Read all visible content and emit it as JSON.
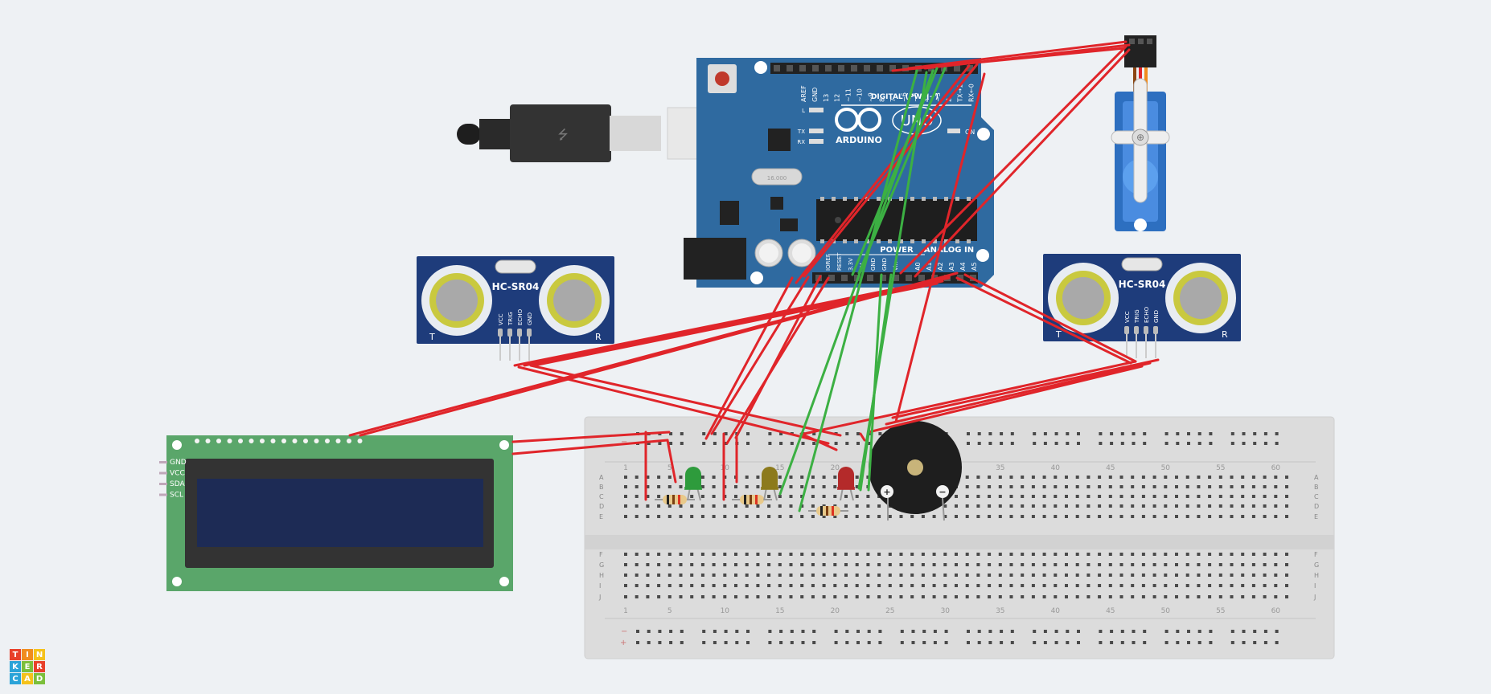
{
  "arduino": {
    "brand": "ARDUINO",
    "model": "UNO",
    "digital_label": "DIGITAL (PWM~)",
    "power_label": "POWER",
    "analog_label": "ANALOG IN",
    "on_label": "ON",
    "led_l": "L",
    "led_tx": "TX",
    "led_rx": "RX",
    "digital_pins": [
      "AREF",
      "GND",
      "13",
      "12",
      "~11",
      "~10",
      "~9",
      "8",
      "7",
      "~6",
      "~5",
      "4",
      "~3",
      "2",
      "TX→1",
      "RX←0"
    ],
    "power_pins": [
      "IOREF",
      "RESET",
      "3.3V",
      "5V",
      "GND",
      "GND",
      "Vin"
    ],
    "analog_pins": [
      "A0",
      "A1",
      "A2",
      "A3",
      "A4",
      "A5"
    ],
    "crystal_label": "16.000"
  },
  "sensor_left": {
    "name": "HC-SR04",
    "pins": [
      "Vcc",
      "Trig",
      "Echo",
      "Gnd"
    ],
    "corner_left": "T",
    "corner_right": "R"
  },
  "sensor_right": {
    "name": "HC-SR04",
    "pins": [
      "Vcc",
      "Trig",
      "Echo",
      "Gnd"
    ],
    "corner_left": "T",
    "corner_right": "R"
  },
  "lcd": {
    "pins": [
      "GND",
      "VCC",
      "SDA",
      "SCL"
    ]
  },
  "breadboard": {
    "rows_top": [
      "A",
      "B",
      "C",
      "D",
      "E"
    ],
    "rows_bottom": [
      "F",
      "G",
      "H",
      "I",
      "J"
    ],
    "column_numbers": [
      "1",
      "5",
      "10",
      "15",
      "20",
      "25",
      "30",
      "35",
      "40",
      "45",
      "50",
      "55",
      "60"
    ],
    "rail_minus": "−",
    "rail_plus": "+"
  },
  "buzzer": {
    "plus": "+",
    "minus": "−"
  },
  "leds": [
    {
      "color": "#2e9b3c"
    },
    {
      "color": "#8c7a1c"
    },
    {
      "color": "#b42a2a"
    }
  ],
  "logo": {
    "letters": [
      "T",
      "I",
      "N",
      "K",
      "E",
      "R",
      "C",
      "A",
      "D"
    ],
    "colors": [
      "#e8402a",
      "#f08c1e",
      "#f5c21b",
      "#2aa3d8",
      "#7bbf3b",
      "#e8402a",
      "#2aa3d8",
      "#f5c21b",
      "#7bbf3b"
    ]
  },
  "wire_colors": {
    "red": "#e0252a",
    "green": "#3cb043"
  }
}
